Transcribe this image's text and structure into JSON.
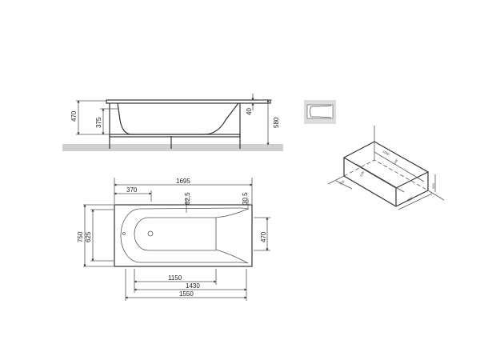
{
  "side_view": {
    "height_total": "470",
    "height_inner": "375",
    "height_with_legs": "580",
    "rim": "40"
  },
  "top_view": {
    "length": "1695",
    "head_offset": "370",
    "rim_side": "62,5",
    "rim_end": "30,5",
    "width": "750",
    "inner_width": "625",
    "foot_width": "470",
    "floor_length": "1150",
    "inner_length_a": "1430",
    "inner_length_b": "1550"
  },
  "iso_view": {
    "length": "1550",
    "width": "580",
    "height": "250",
    "offset": "270",
    "cw_a": "CW",
    "cw_b": "CW"
  },
  "colors": {
    "floor": "#cfcfcf",
    "line": "#333333"
  }
}
